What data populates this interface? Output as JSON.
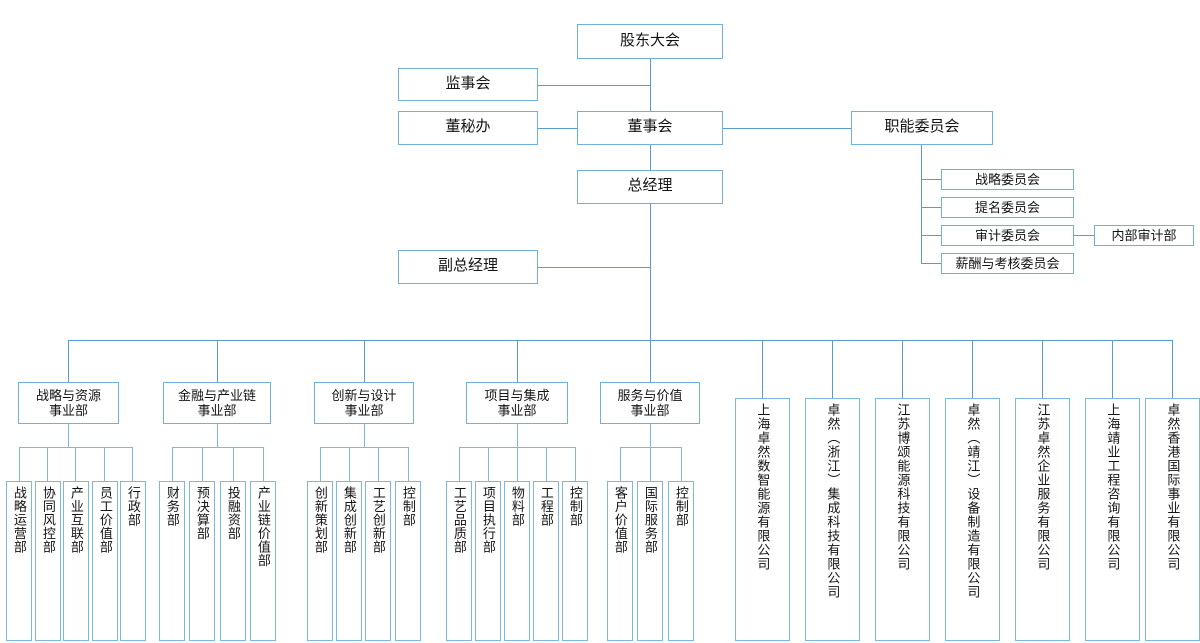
{
  "meta": {
    "title": "组织架构图",
    "line_color": "#5a9ccf",
    "box_border_color": "#6fb0dd",
    "sub_box_border_color": "#7cb8e2",
    "background": "#ffffff",
    "text_color": "#141414"
  },
  "governance": {
    "shareholders_meeting": "股东大会",
    "supervisory_board": "监事会",
    "board_secretary_office": "董秘办",
    "board_of_directors": "董事会",
    "functional_committee": "职能委员会",
    "general_manager": "总经理",
    "deputy_general_manager": "副总经理"
  },
  "committees": [
    {
      "label": "战略委员会"
    },
    {
      "label": "提名委员会"
    },
    {
      "label": "审计委员会"
    },
    {
      "label": "薪酬与考核委员会"
    }
  ],
  "internal_audit": "内部审计部",
  "divisions": [
    {
      "name": "战略与资源\n事业部",
      "departments": [
        "战略运营部",
        "协同风控部",
        "产业互联部",
        "员工价值部",
        "行政部"
      ]
    },
    {
      "name": "金融与产业链\n事业部",
      "departments": [
        "财务部",
        "预决算部",
        "投融资部",
        "产业链价值部"
      ]
    },
    {
      "name": "创新与设计\n事业部",
      "departments": [
        "创新策划部",
        "集成创新部",
        "工艺创新部",
        "控制部"
      ]
    },
    {
      "name": "项目与集成\n事业部",
      "departments": [
        "工艺品质部",
        "项目执行部",
        "物料部",
        "工程部",
        "控制部"
      ]
    },
    {
      "name": "服务与价值\n事业部",
      "departments": [
        "客户价值部",
        "国际服务部",
        "控制部"
      ]
    }
  ],
  "subsidiaries": [
    {
      "label": "上海卓然数智能源有限公司"
    },
    {
      "label": "卓然（浙江）集成科技有限公司"
    },
    {
      "label": "江苏博颂能源科技有限公司"
    },
    {
      "label": "卓然（靖江）设备制造有限公司"
    },
    {
      "label": "江苏卓然企业服务有限公司"
    },
    {
      "label": "上海靖业工程咨询有限公司"
    },
    {
      "label": "卓然香港国际事业有限公司"
    }
  ]
}
